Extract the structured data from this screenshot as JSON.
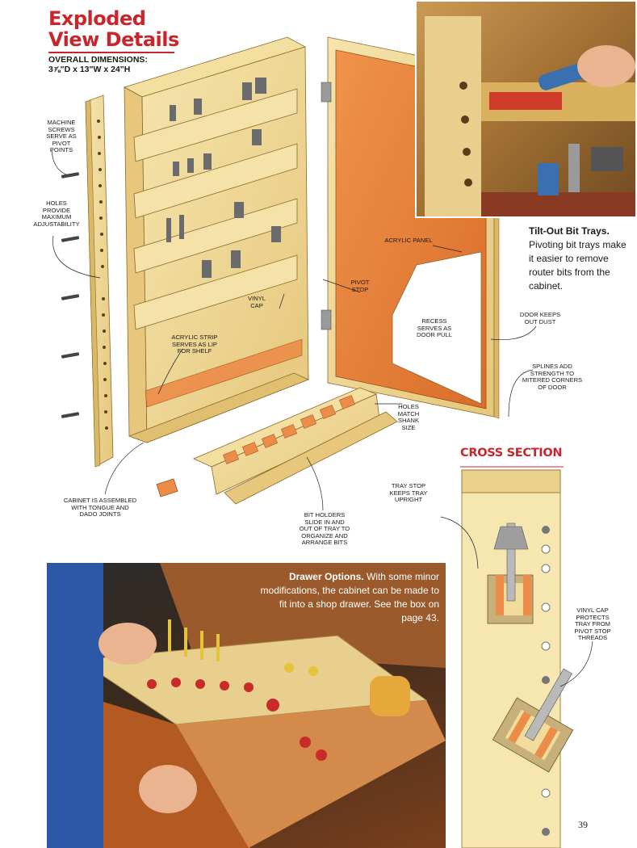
{
  "header": {
    "title_line1": "Exploded",
    "title_line2": "View Details",
    "dimensions_label": "OVERALL DIMENSIONS:",
    "dimensions_value": "3⅞\"D x 13\"W x 24\"H"
  },
  "callouts": {
    "machine_screws": "MACHINE\nSCREWS\nSERVE AS\nPIVOT\nPOINTS",
    "holes": "HOLES\nPROVIDE\nMAXIMUM\nADJUSTABILITY",
    "vinyl_cap": "VINYL\nCAP",
    "acrylic_strip": "ACRYLIC STRIP\nSERVES AS LIP\nFOR SHELF",
    "acrylic_panel": "ACRYLIC PANEL",
    "pivot_stop": "PIVOT\nSTOP",
    "recess": "RECESS\nSERVES AS\nDOOR PULL",
    "door_keeps": "DOOR KEEPS\nOUT DUST",
    "splines": "SPLINES ADD\nSTRENGTH TO\nMITERED CORNERS\nOF DOOR",
    "holes_match": "HOLES\nMATCH\nSHANK\nSIZE",
    "cabinet": "CABINET IS ASSEMBLED\nWITH TONGUE AND\nDADO JOINTS",
    "bit_holders": "BIT HOLDERS\nSLIDE IN AND\nOUT OF TRAY TO\nORGANIZE AND\nARRANGE BITS",
    "tray_stop": "TRAY STOP\nKEEPS TRAY\nUPRIGHT",
    "vinyl_cap_protects": "VINYL CAP\nPROTECTS\nTRAY FROM\nPIVOT STOP\nTHREADS"
  },
  "captions": {
    "tilt_lead": "Tilt-Out Bit Trays.",
    "tilt_body": "Pivoting bit trays make it easier to remove router bits from the cabinet.",
    "drawer_lead": "Drawer Options.",
    "drawer_body": "With some minor modifications, the cabinet can be made to fit into a shop drawer. See the box on page 43."
  },
  "cross_section": {
    "title": "CROSS SECTION"
  },
  "page_number": "39",
  "colors": {
    "accent_red": "#c8262c",
    "wood": "#f1dc9c",
    "wood_edge": "#d8b768",
    "acrylic": "#e9823c"
  }
}
